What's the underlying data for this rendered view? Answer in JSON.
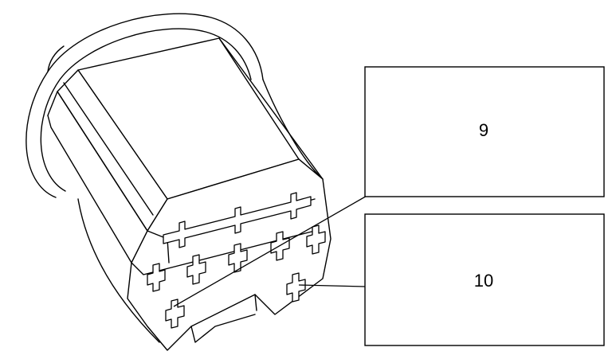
{
  "diagram": {
    "callouts": [
      {
        "id": "callout-9",
        "label": "9"
      },
      {
        "id": "callout-10",
        "label": "10"
      }
    ]
  }
}
